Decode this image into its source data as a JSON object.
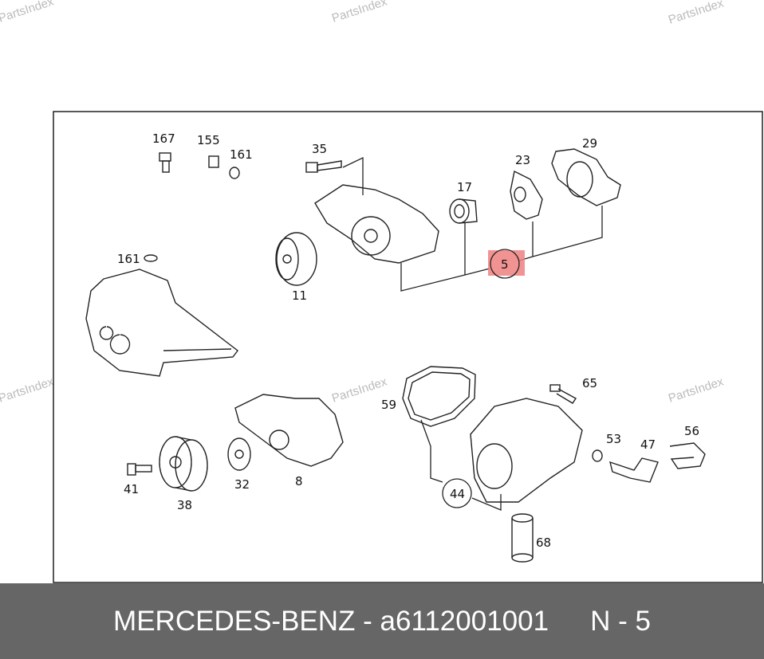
{
  "watermark": "PartsIndex",
  "callouts": {
    "p167": "167",
    "p155": "155",
    "p161a": "161",
    "p35": "35",
    "p17": "17",
    "p23": "23",
    "p29": "29",
    "p161b": "161",
    "p11": "11",
    "p5": "5",
    "p65": "65",
    "p59": "59",
    "p53": "53",
    "p47": "47",
    "p56": "56",
    "p41": "41",
    "p38": "38",
    "p32": "32",
    "p8": "8",
    "p44": "44",
    "p68": "68"
  },
  "highlight_color": "#f08080",
  "footer": {
    "brand": "MERCEDES-BENZ",
    "separator": "-",
    "part_number": "a6112001001",
    "position": "N - 5"
  }
}
